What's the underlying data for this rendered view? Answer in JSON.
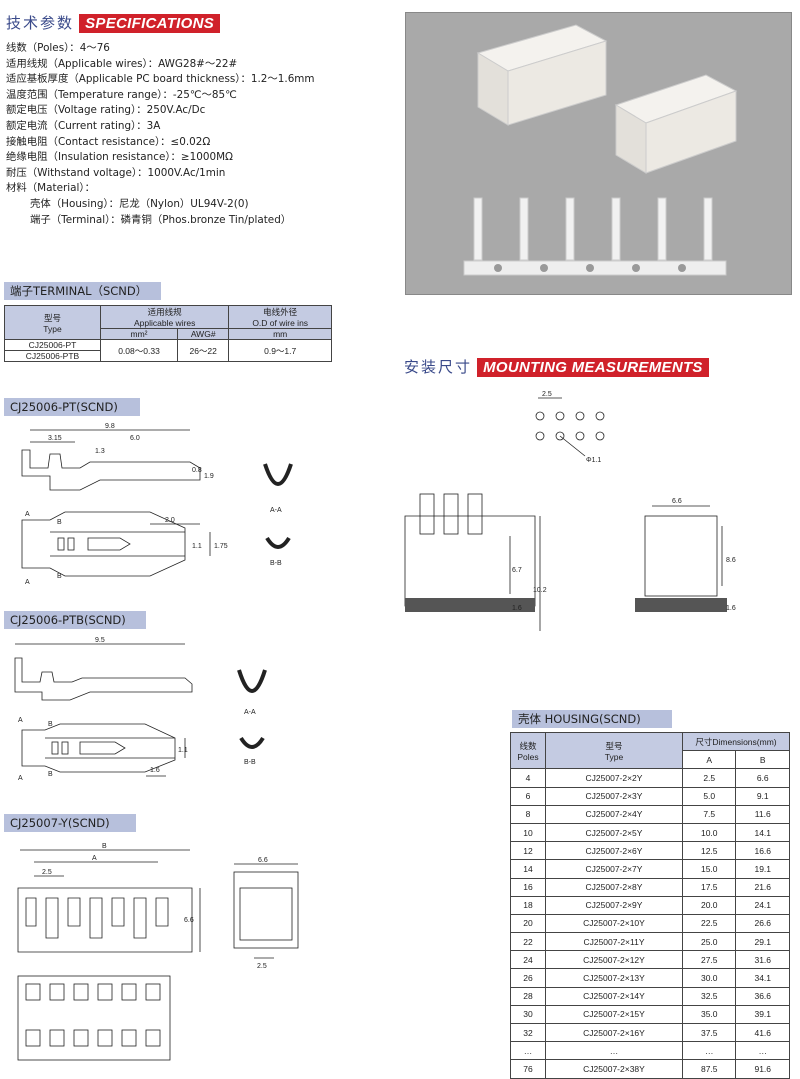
{
  "spec": {
    "header_cn": "技术参数",
    "header_en": "SPECIFICATIONS",
    "lines": [
      "线数（Poles）：4～76",
      "适用线规（Applicable wires）：AWG28#～22#",
      "适应基板厚度（Applicable PC board thickness）：1.2～1.6mm",
      "温度范围（Temperature range）：-25℃～85℃",
      "额定电压（Voltage rating）：250V.Ac/Dc",
      "额定电流（Current rating）：3A",
      "接触电阻（Contact resistance）：≤0.02Ω",
      "绝缘电阻（Insulation resistance）：≥1000MΩ",
      "耐压（Withstand voltage）：1000V.Ac/1min",
      "材料（Material）："
    ],
    "material": [
      "壳体（Housing）：尼龙（Nylon）UL94V-2(0)",
      "端子（Terminal）：磷青铜（Phos.bronze Tin/plated）"
    ]
  },
  "terminal": {
    "title": "端子TERMINAL（SCND）",
    "col_type": "型号",
    "col_type_en": "Type",
    "col_wires": "适用线规",
    "col_wires_en": "Applicable wires",
    "col_od": "电线外径",
    "col_od_en": "O.D of wire ins",
    "sub_mm2": "mm²",
    "sub_awg": "AWG#",
    "sub_mm": "mm",
    "type1": "CJ25006-PT",
    "type2": "CJ25006-PTB",
    "mm2": "0.08～0.33",
    "awg": "26～22",
    "od": "0.9～1.7"
  },
  "mounting": {
    "header_cn": "安装尺寸",
    "header_en": "MOUNTING MEASUREMENTS",
    "pitch": "2.5",
    "hole": "Φ1.1",
    "width": "6.6",
    "h1": "6.7",
    "h2": "10.2",
    "h3": "1.6",
    "h4": "8.6"
  },
  "drawings": {
    "pt_title": "CJ25006-PT(SCND)",
    "ptb_title": "CJ25006-PTB(SCND)",
    "y_title": "CJ25007-Y(SCND)",
    "d_9_8": "9.8",
    "d_3_15": "3.15",
    "d_6_0": "6.0",
    "d_1_3": "1.3",
    "d_0_8": "0.8",
    "d_1_9": "1.9",
    "d_2_0": "2.0",
    "d_1_1": "1.1",
    "d_1_75": "1.75",
    "d_9_5": "9.5",
    "d_1_6": "1.6",
    "sec_aa": "A-A",
    "sec_bb": "B-B",
    "label_a": "A",
    "label_b": "B",
    "d_2_5": "2.5",
    "d_6_6": "6.6"
  },
  "housing": {
    "title": "壳体 HOUSING(SCND)",
    "col_poles": "线数",
    "col_poles_en": "Poles",
    "col_type": "型号",
    "col_type_en": "Type",
    "col_dim": "尺寸Dimensions(mm)",
    "col_a": "A",
    "col_b": "B",
    "rows": [
      [
        "4",
        "CJ25007-2×2Y",
        "2.5",
        "6.6"
      ],
      [
        "6",
        "CJ25007-2×3Y",
        "5.0",
        "9.1"
      ],
      [
        "8",
        "CJ25007-2×4Y",
        "7.5",
        "11.6"
      ],
      [
        "10",
        "CJ25007-2×5Y",
        "10.0",
        "14.1"
      ],
      [
        "12",
        "CJ25007-2×6Y",
        "12.5",
        "16.6"
      ],
      [
        "14",
        "CJ25007-2×7Y",
        "15.0",
        "19.1"
      ],
      [
        "16",
        "CJ25007-2×8Y",
        "17.5",
        "21.6"
      ],
      [
        "18",
        "CJ25007-2×9Y",
        "20.0",
        "24.1"
      ],
      [
        "20",
        "CJ25007-2×10Y",
        "22.5",
        "26.6"
      ],
      [
        "22",
        "CJ25007-2×11Y",
        "25.0",
        "29.1"
      ],
      [
        "24",
        "CJ25007-2×12Y",
        "27.5",
        "31.6"
      ],
      [
        "26",
        "CJ25007-2×13Y",
        "30.0",
        "34.1"
      ],
      [
        "28",
        "CJ25007-2×14Y",
        "32.5",
        "36.6"
      ],
      [
        "30",
        "CJ25007-2×15Y",
        "35.0",
        "39.1"
      ],
      [
        "32",
        "CJ25007-2×16Y",
        "37.5",
        "41.6"
      ],
      [
        "…",
        "…",
        "…",
        "…"
      ],
      [
        "76",
        "CJ25007-2×38Y",
        "87.5",
        "91.6"
      ]
    ]
  }
}
